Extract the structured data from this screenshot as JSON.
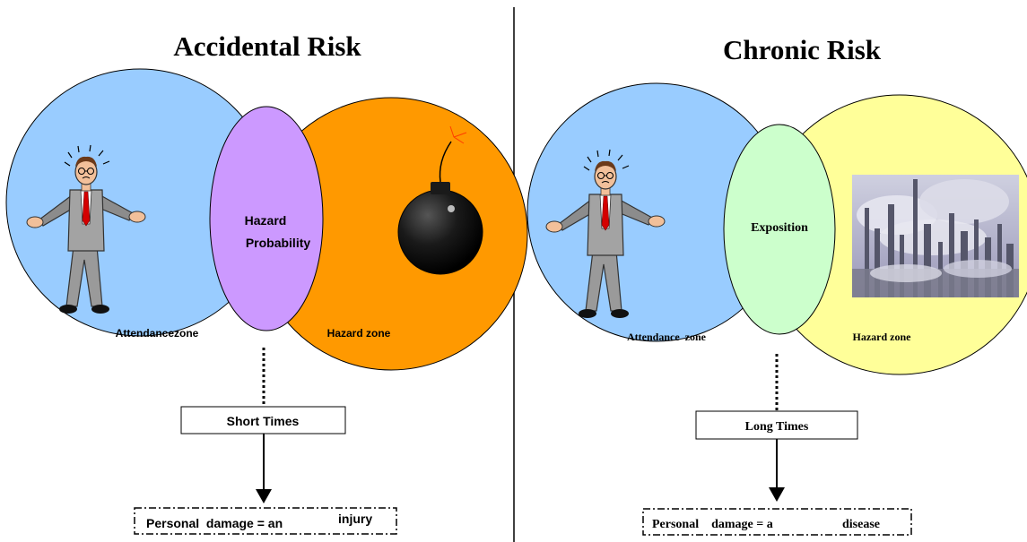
{
  "left_panel": {
    "title": "Accidental Risk",
    "attendance_zone_label": "Attendancezone",
    "hazard_zone_label": "Hazard zone",
    "overlap_label_line1": "Hazard",
    "overlap_label_line2": "Probability",
    "time_box_label": "Short Times",
    "outcome_label_part1": "Personal  damage = an",
    "outcome_label_part2": "injury",
    "hazard_icon": "bomb-icon",
    "person_icon": "worried-businessman-icon"
  },
  "right_panel": {
    "title": "Chronic Risk",
    "attendance_zone_label": "Attendance  zone",
    "hazard_zone_label": "Hazard zone",
    "overlap_label": "Exposition",
    "time_box_label": "Long Times",
    "outcome_label_part1": "Personal    damage = a",
    "outcome_label_part2": "disease",
    "hazard_icon": "industrial-plant-photo",
    "person_icon": "worried-businessman-icon"
  },
  "colors": {
    "attendance_zone": "#99ccff",
    "accidental_hazard_zone": "#ff9900",
    "hazard_probability": "#cc99ff",
    "chronic_hazard_zone": "#ffff99",
    "exposition": "#ccffcc"
  }
}
